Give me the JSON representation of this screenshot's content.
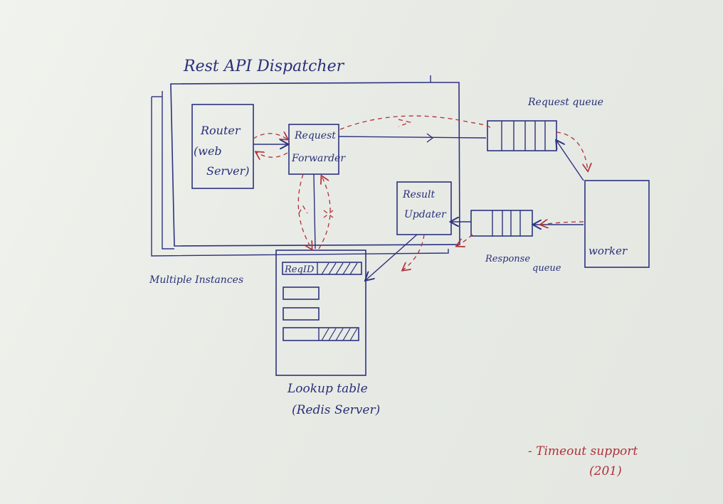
{
  "labels": {
    "dispatcher": "Rest API Dispatcher",
    "router_line1": "Router",
    "router_line2": "(web",
    "router_line3": "Server)",
    "forwarder_line1": "Request",
    "forwarder_line2": "Forwarder",
    "updater_line1": "Result",
    "updater_line2": "Updater",
    "request_queue": "Request queue",
    "response_queue_line1": "Response",
    "response_queue_line2": "queue",
    "worker": "worker",
    "multiple_instances": "Multiple Instances",
    "lookup_line1": "Lookup table",
    "lookup_line2": "(Redis Server)",
    "req_id": "ReqID",
    "note_line1": "- Timeout support",
    "note_line2": "(201)"
  },
  "colors": {
    "ink": "#2c3280",
    "red_ink": "#b0303a",
    "paper": "#eef0eb"
  }
}
